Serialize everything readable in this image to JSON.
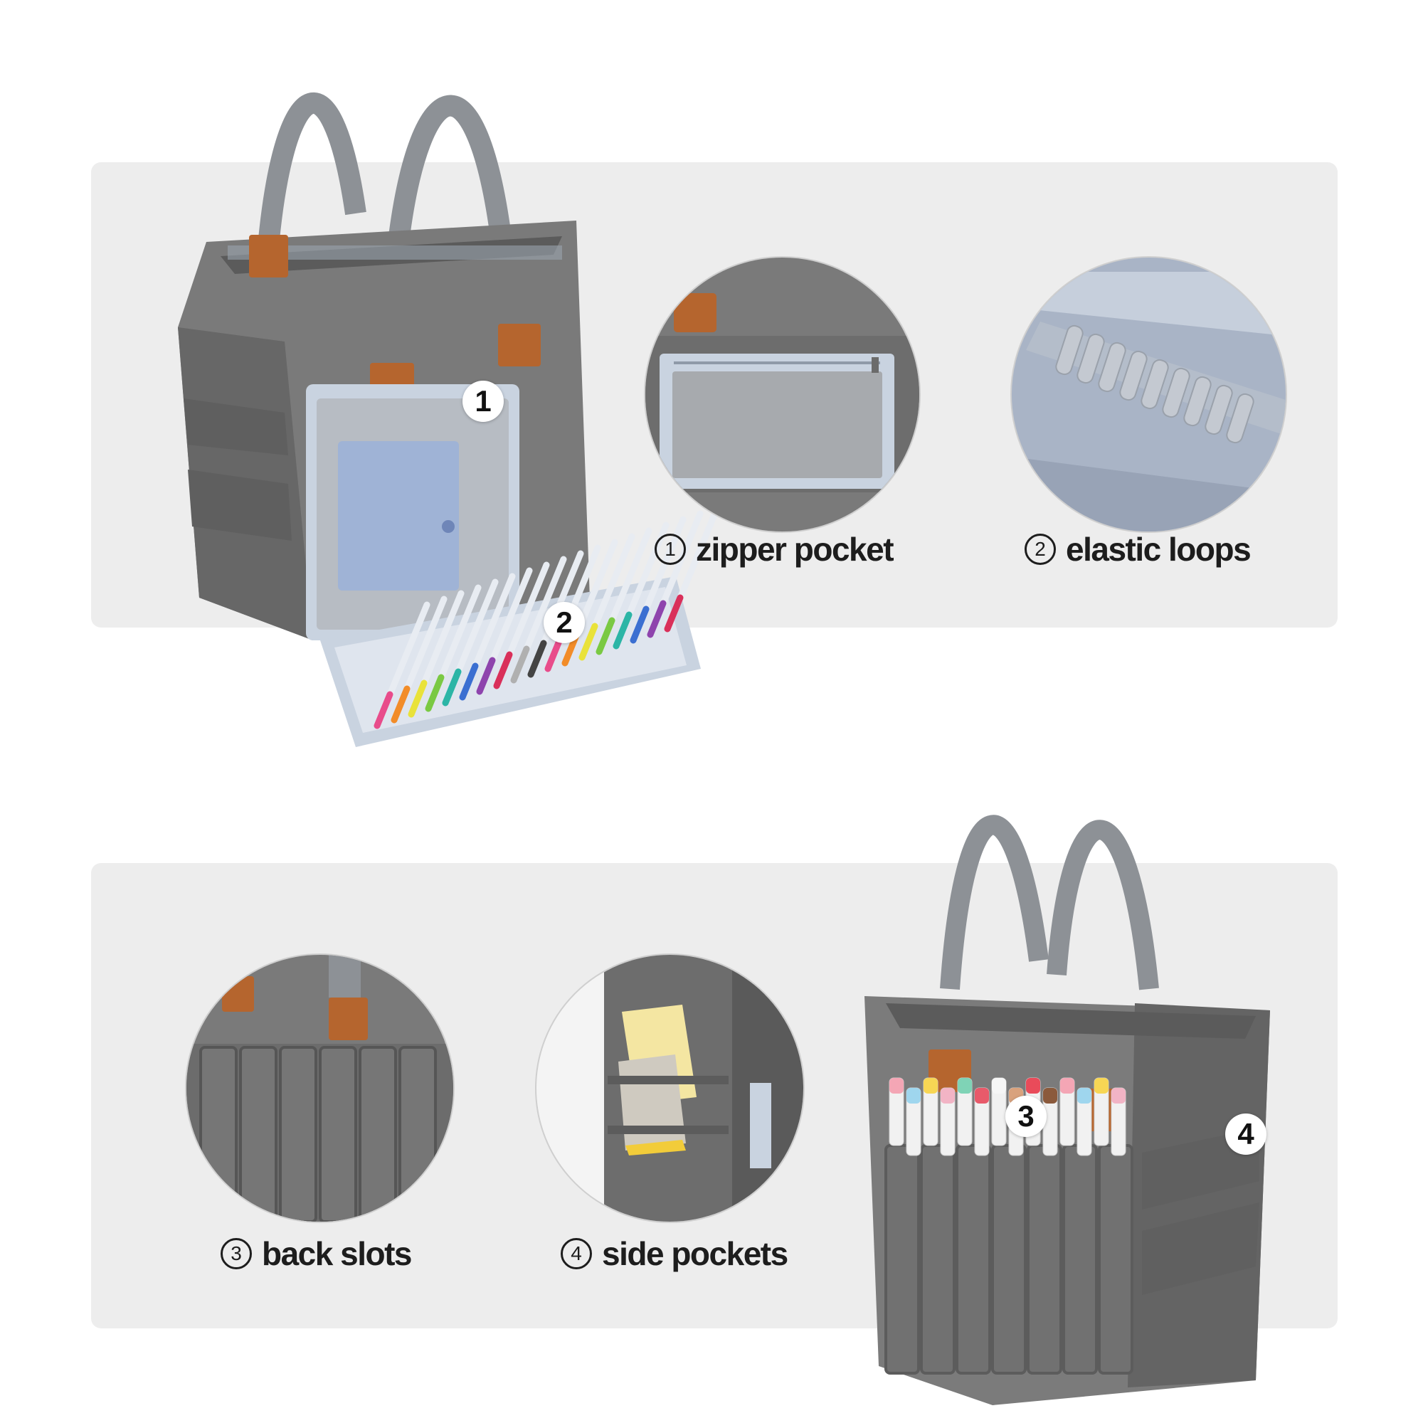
{
  "captions": {
    "zipper_pocket": {
      "num": "1",
      "text": "zipper pocket"
    },
    "elastic_loops": {
      "num": "2",
      "text": "elastic loops"
    },
    "back_slots": {
      "num": "3",
      "text": "back slots"
    },
    "side_pockets": {
      "num": "4",
      "text": "side pockets"
    }
  },
  "markers": {
    "m1": "1",
    "m2": "2",
    "m3": "3",
    "m4": "4"
  },
  "colors": {
    "panel": "#ededed",
    "fabric": "#747474",
    "fabric_dark": "#5e5e5e",
    "strap": "#8d9196",
    "leather": "#b5652e",
    "lining": "#a9b4c6",
    "zipper_trim": "#c9d3e0"
  },
  "pen_colors": [
    "#e84c8b",
    "#f28c28",
    "#e9e23a",
    "#7ac943",
    "#2cb5a6",
    "#3b6fd1",
    "#8e44ad",
    "#d9305a",
    "#b0b0b0",
    "#444444"
  ],
  "marker_colors": [
    "#f4a6b5",
    "#9fd6ee",
    "#f7d654",
    "#f2b4c5",
    "#7fd3b6",
    "#e85a6a",
    "#f6f6f6",
    "#d9a27d",
    "#e94b5a",
    "#8b5a3c"
  ]
}
